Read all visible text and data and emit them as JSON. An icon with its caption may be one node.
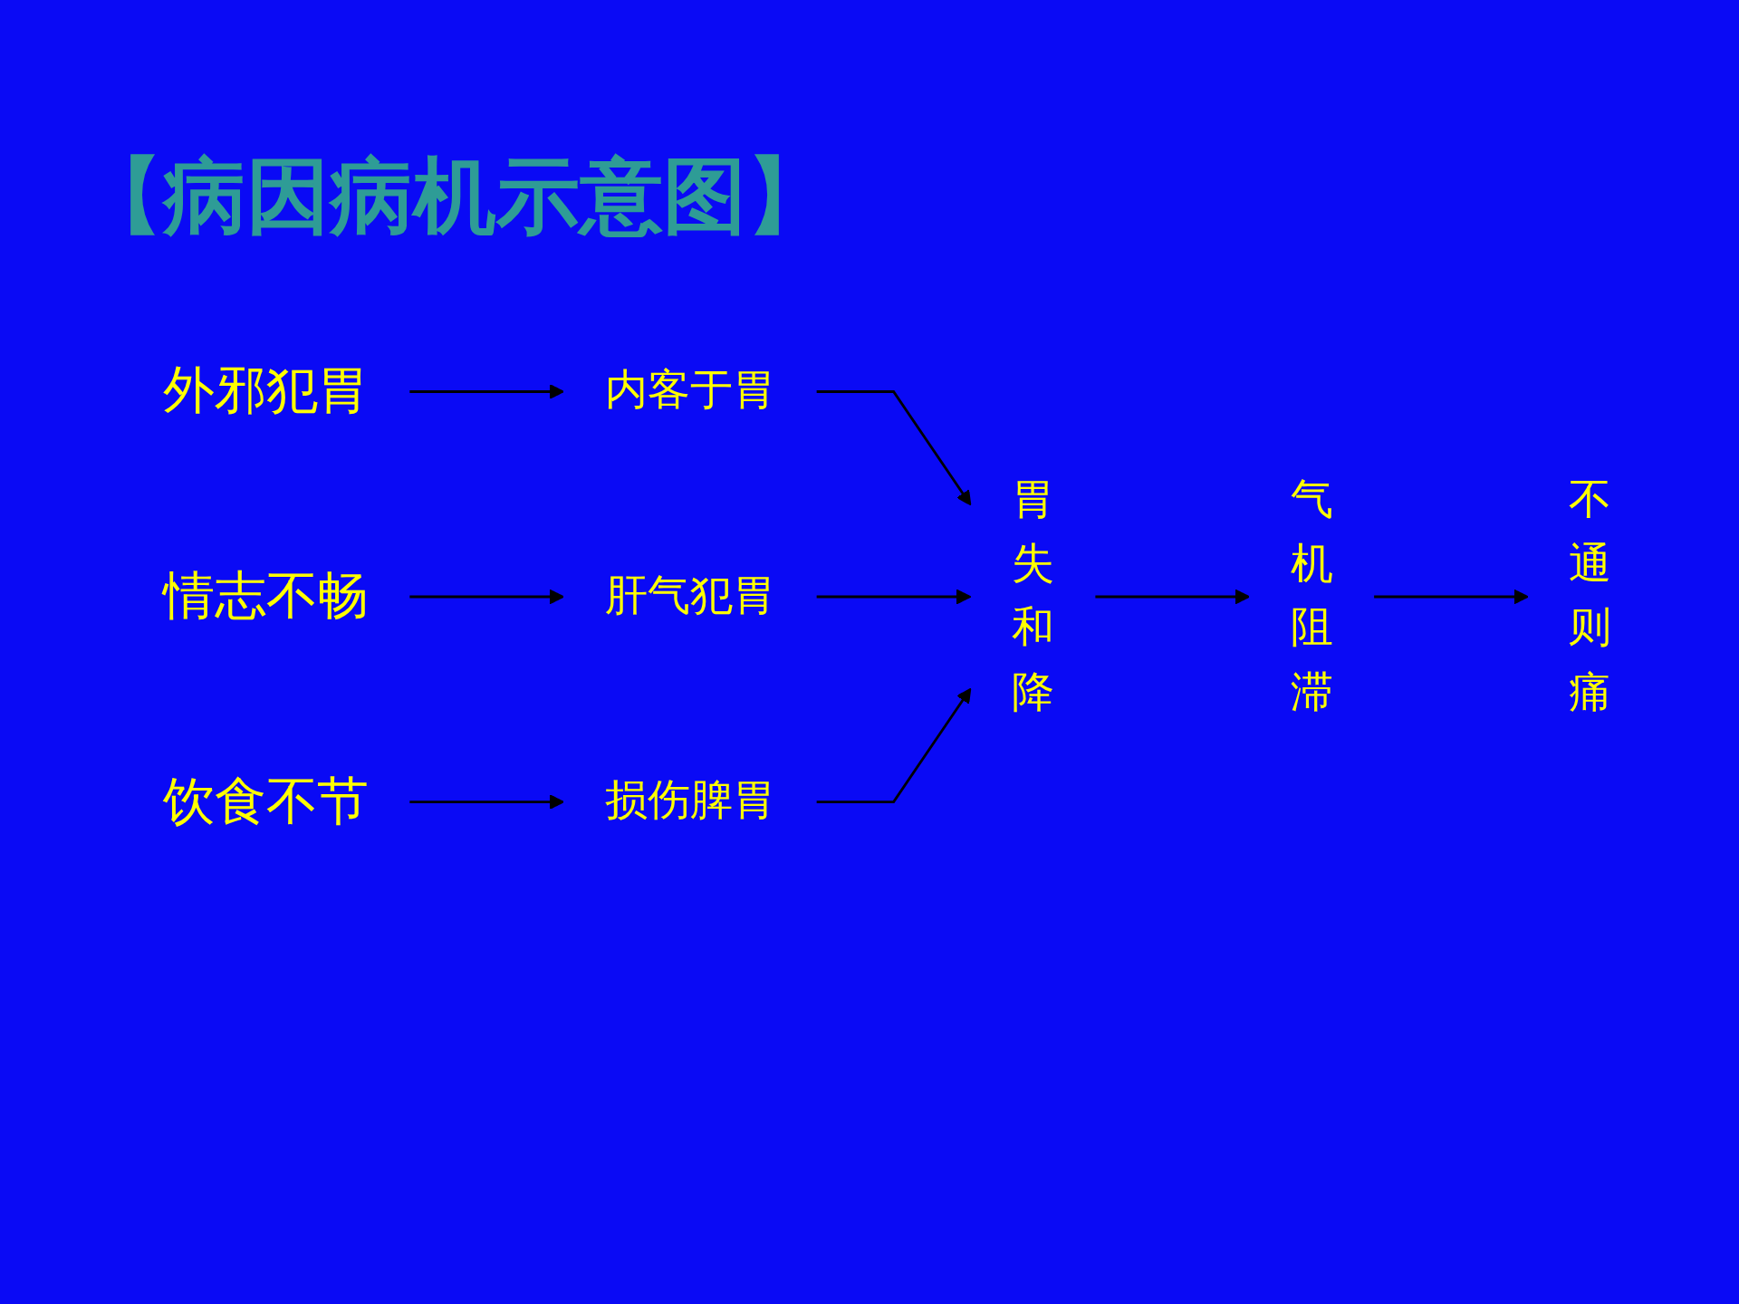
{
  "diagram": {
    "title": "【病因病机示意图】",
    "nodes": [
      {
        "text": [
          "外邪犯胃"
        ]
      },
      {
        "text": [
          "情志不畅"
        ]
      },
      {
        "text": [
          "饮食不节"
        ]
      },
      {
        "text": [
          "内客于胃"
        ]
      },
      {
        "text": [
          "肝气犯胃"
        ]
      },
      {
        "text": [
          "损伤脾胃"
        ]
      },
      {
        "text": [
          "胃失和降"
        ]
      },
      {
        "text": [
          "气机阻滞"
        ]
      },
      {
        "text": [
          "不通则痛"
        ]
      }
    ],
    "edges": [
      {
        "from": 0,
        "to": 3,
        "arrow": "to"
      },
      {
        "from": 1,
        "to": 4,
        "arrow": "to"
      },
      {
        "from": 2,
        "to": 5,
        "arrow": "to"
      },
      {
        "from": 3,
        "to": 6,
        "arrow": "to"
      },
      {
        "from": 4,
        "to": 6,
        "arrow": "to"
      },
      {
        "from": 5,
        "to": 6,
        "arrow": "to"
      },
      {
        "from": 6,
        "to": 7,
        "arrow": "to"
      },
      {
        "from": 7,
        "to": 8,
        "arrow": "to"
      }
    ]
  }
}
